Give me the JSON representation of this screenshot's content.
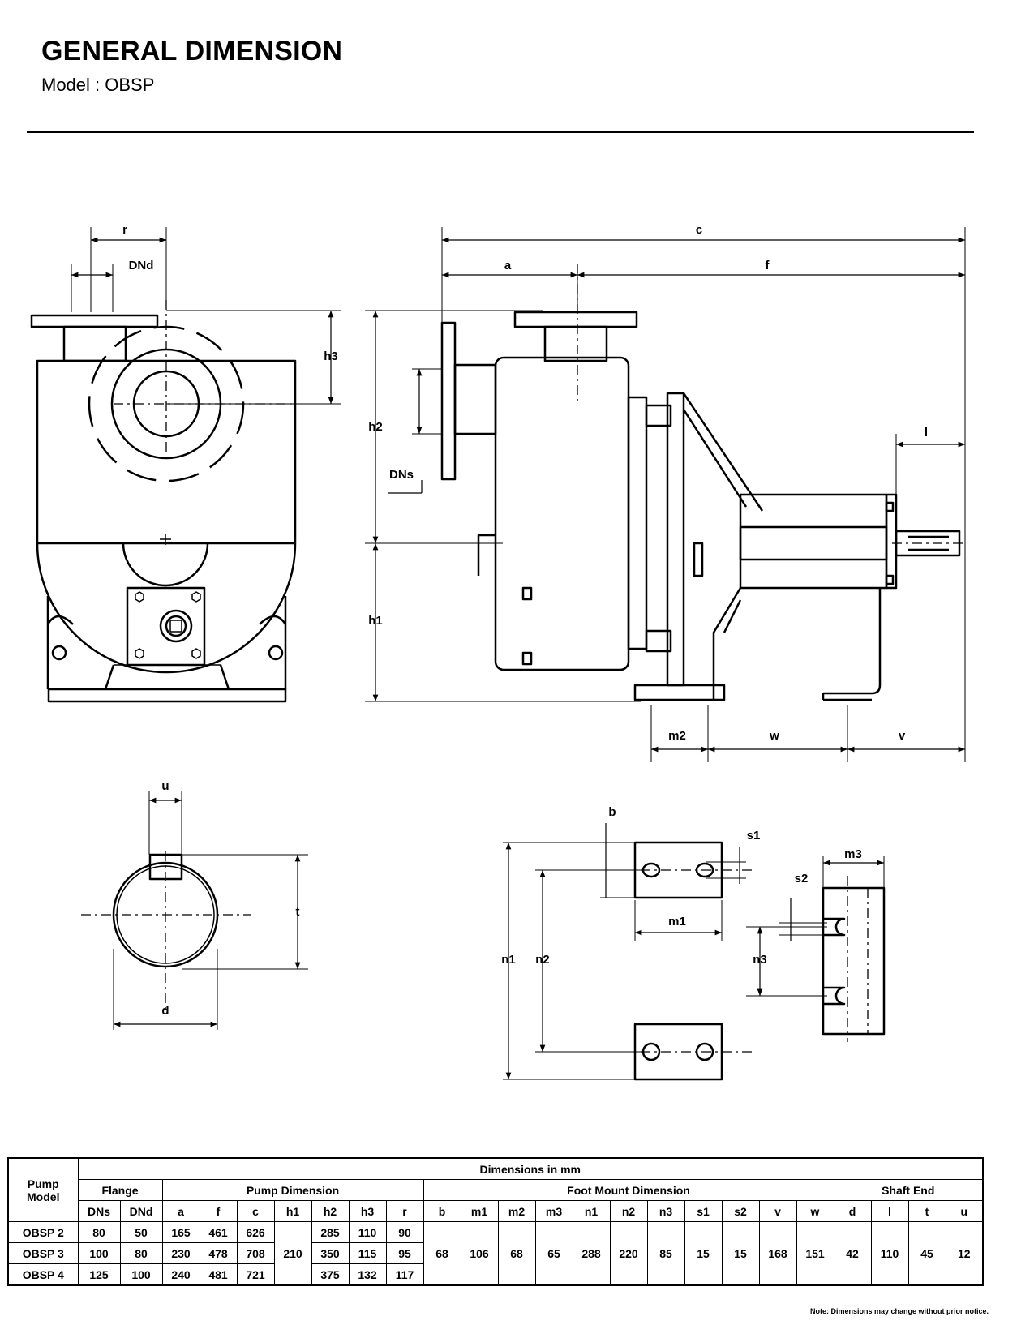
{
  "title": "GENERAL DIMENSION",
  "subtitle": "Model : OBSP",
  "diagram_labels": {
    "r": "r",
    "DNd": "DNd",
    "h3": "h3",
    "h2": "h2",
    "DNs": "DNs",
    "h1": "h1",
    "c": "c",
    "a": "a",
    "f": "f",
    "l": "l",
    "m2": "m2",
    "w": "w",
    "v": "v",
    "u": "u",
    "t": "t",
    "d": "d",
    "b": "b",
    "s1": "s1",
    "m3": "m3",
    "s2": "s2",
    "m1": "m1",
    "n1": "n1",
    "n2": "n2",
    "n3": "n3"
  },
  "table": {
    "caption": "Dimensions in mm",
    "model_header": "Pump Model",
    "groups": [
      "Flange",
      "Pump Dimension",
      "Foot Mount Dimension",
      "Shaft End"
    ],
    "columns": [
      "DNs",
      "DNd",
      "a",
      "f",
      "c",
      "h1",
      "h2",
      "h3",
      "r",
      "b",
      "m1",
      "m2",
      "m3",
      "n1",
      "n2",
      "n3",
      "s1",
      "s2",
      "v",
      "w",
      "d",
      "l",
      "t",
      "u"
    ],
    "rows": [
      {
        "model": "OBSP 2",
        "DNs": "80",
        "DNd": "50",
        "a": "165",
        "f": "461",
        "c": "626",
        "h2": "285",
        "h3": "110",
        "r": "90"
      },
      {
        "model": "OBSP 3",
        "DNs": "100",
        "DNd": "80",
        "a": "230",
        "f": "478",
        "c": "708",
        "h2": "350",
        "h3": "115",
        "r": "95"
      },
      {
        "model": "OBSP 4",
        "DNs": "125",
        "DNd": "100",
        "a": "240",
        "f": "481",
        "c": "721",
        "h2": "375",
        "h3": "132",
        "r": "117"
      }
    ],
    "shared": {
      "h1": "210",
      "b": "68",
      "m1": "106",
      "m2": "68",
      "m3": "65",
      "n1": "288",
      "n2": "220",
      "n3": "85",
      "s1": "15",
      "s2": "15",
      "v": "168",
      "w": "151",
      "d": "42",
      "l": "110",
      "t": "45",
      "u": "12"
    }
  },
  "note": "Note: Dimensions may change without prior notice."
}
